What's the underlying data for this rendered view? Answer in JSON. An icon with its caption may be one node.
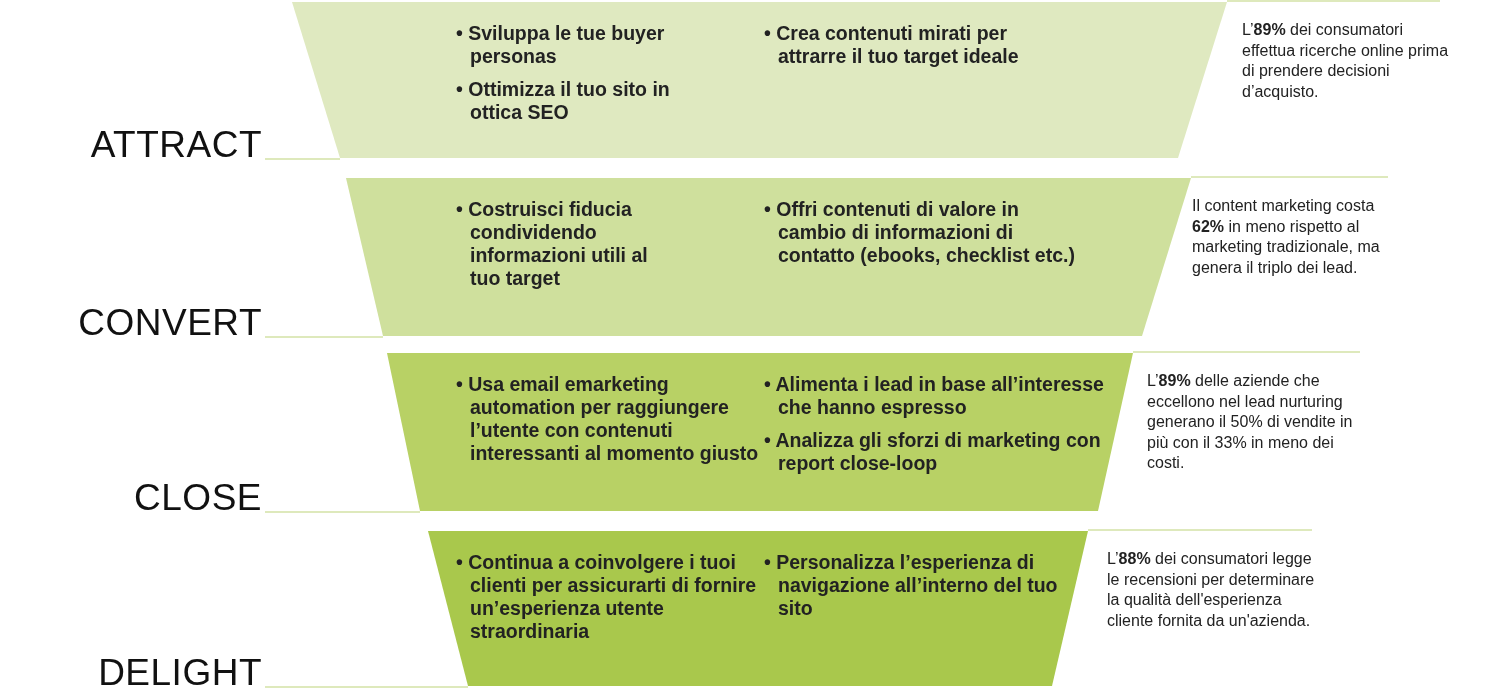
{
  "diagram": {
    "nodes": [
      {
        "text": [
          "ATTRACT",
          "• Sviluppa le tue buyer personas",
          "• Ottimizza il tuo sito in ottica SEO",
          "• Crea contenuti mirati per attrarre il tuo target ideale"
        ],
        "beside": [
          "L’**89%** dei consumatori effettua ricerche online prima di prendere decisioni d’acquisto."
        ]
      },
      {
        "text": [
          "CONVERT",
          "• Costruisci fiducia condividendo informazioni utili al tuo target",
          "• Offri contenuti di valore in cambio di informazioni di contatto (ebooks, checklist etc.)"
        ],
        "beside": [
          "Il content marketing costa **62%** in meno rispetto al marketing tradizionale, ma genera il triplo dei lead."
        ]
      },
      {
        "text": [
          "CLOSE",
          "• Usa email emarketing automation per raggiungere l’utente con contenuti interessanti al momento giusto",
          "• Alimenta i lead in base all’interesse che hanno espresso",
          "• Analizza gli sforzi di marketing con report close-loop"
        ],
        "beside": [
          "L’**89%** delle aziende che eccellono nel lead nurturing generano il 50% di vendite in più con il 33% in meno dei costi."
        ]
      },
      {
        "text": [
          "DELIGHT",
          "• Continua a coinvolgere i tuoi clienti per assicurarti di fornire un’esperienza utente straordinaria",
          "• Personalizza l’esperienza di navigazione all’interno del tuo sito"
        ],
        "beside": [
          "L’**88%** dei consumatori legge le recensioni per determinare la qualità dell'esperienza cliente fornita da un'azienda."
        ]
      }
    ]
  }
}
